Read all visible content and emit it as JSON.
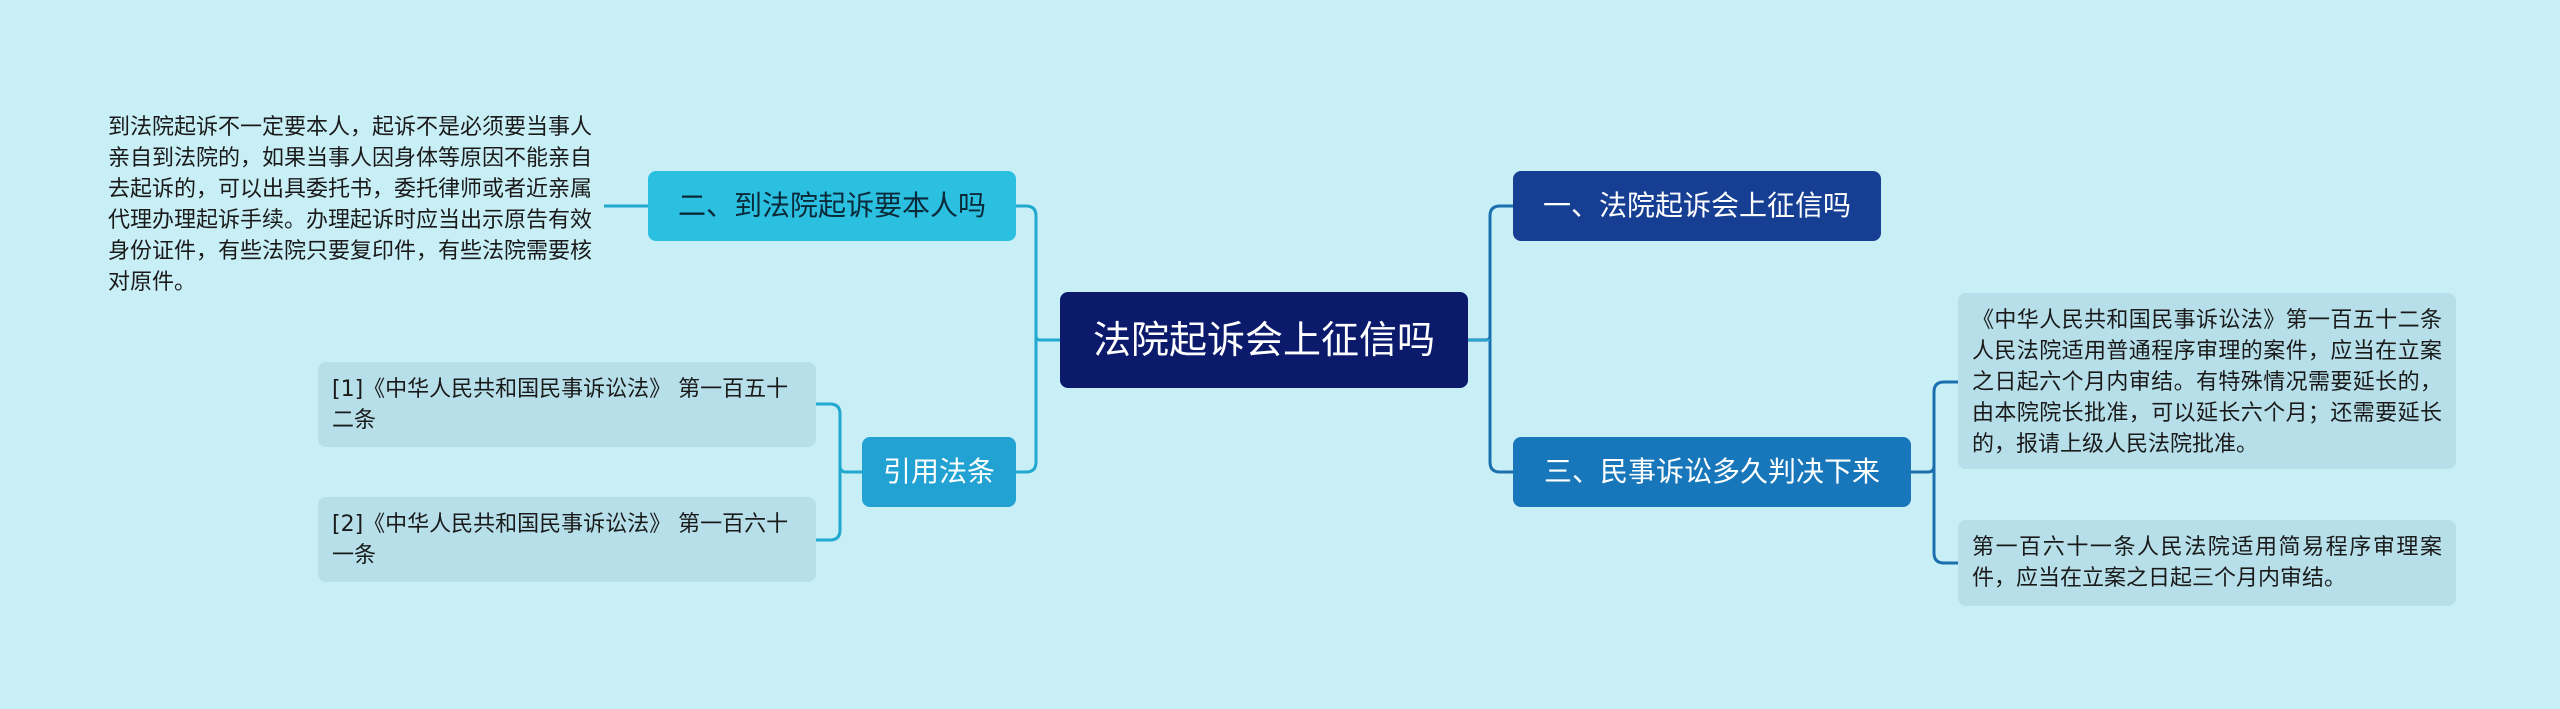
{
  "root": {
    "title": "法院起诉会上征信吗"
  },
  "branches": {
    "left_top": {
      "label": "二、到法院起诉要本人吗"
    },
    "left_bottom": {
      "label": "引用法条"
    },
    "right_top": {
      "label": "一、法院起诉会上征信吗"
    },
    "right_bottom": {
      "label": "三、民事诉讼多久判决下来"
    }
  },
  "leaves": {
    "left_top_note": "到法院起诉不一定要本人，起诉不是必须要当事人亲自到法院的，如果当事人因身体等原因不能亲自去起诉的，可以出具委托书，委托律师或者近亲属代理办理起诉手续。办理起诉时应当出示原告有效身份证件，有些法院只要复印件，有些法院需要核对原件。",
    "citation_1": "[1]《中华人民共和国民事诉讼法》 第一百五十二条",
    "citation_2": "[2]《中华人民共和国民事诉讼法》 第一百六十一条",
    "right_note_1": "《中华人民共和国民事诉讼法》第一百五十二条人民法院适用普通程序审理的案件，应当在立案之日起六个月内审结。有特殊情况需要延长的，由本院院长批准，可以延长六个月；还需要延长的，报请上级人民法院批准。",
    "right_note_2": "第一百六十一条人民法院适用简易程序审理案件，应当在立案之日起三个月内审结。"
  },
  "colors": {
    "background": "#c9eff6",
    "root": "#0b1a6b",
    "branch_left_top": "#2bbfe0",
    "branch_left_bottom": "#21a2d2",
    "branch_right_top": "#163f93",
    "branch_right_bottom": "#1877ba",
    "connector_left": "#20a8cf",
    "connector_right": "#1a6fae"
  }
}
